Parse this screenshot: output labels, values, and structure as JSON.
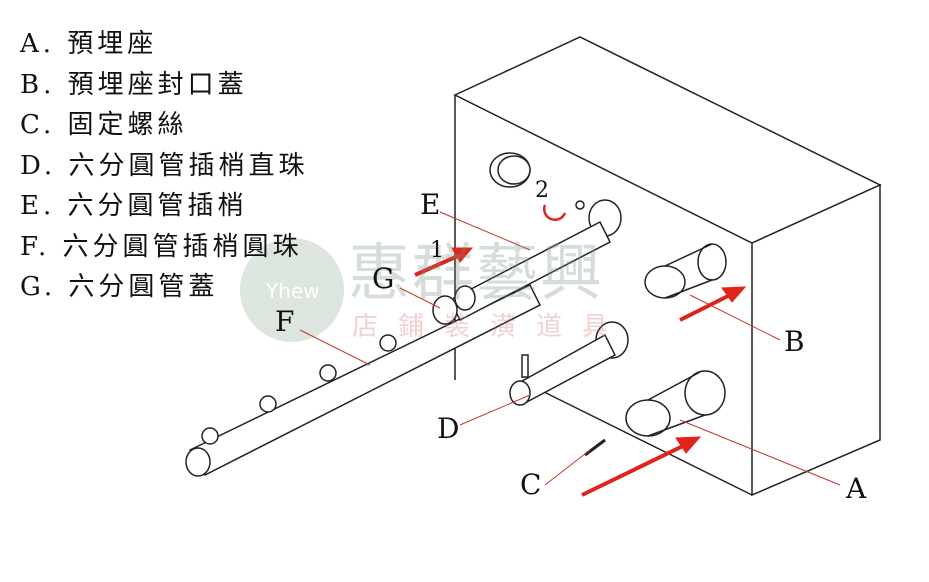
{
  "legend": [
    "A. 預埋座",
    "B. 預埋座封口蓋",
    "C. 固定螺絲",
    "D. 六分圓管插梢直珠",
    "E. 六分圓管插梢",
    "F. 六分圓管插梢圓珠",
    "G. 六分圓管蓋"
  ],
  "labels": {
    "A": "A",
    "B": "B",
    "C": "C",
    "D": "D",
    "E": "E",
    "F": "F",
    "G": "G",
    "step1": "1",
    "step2": "2"
  },
  "watermark": {
    "main": "惠群藝興",
    "sub": "店鋪裝潢道具",
    "logo": "Yhew"
  },
  "colors": {
    "arrow": "#e0241b",
    "leader": "#c0392b",
    "line": "#222222"
  }
}
